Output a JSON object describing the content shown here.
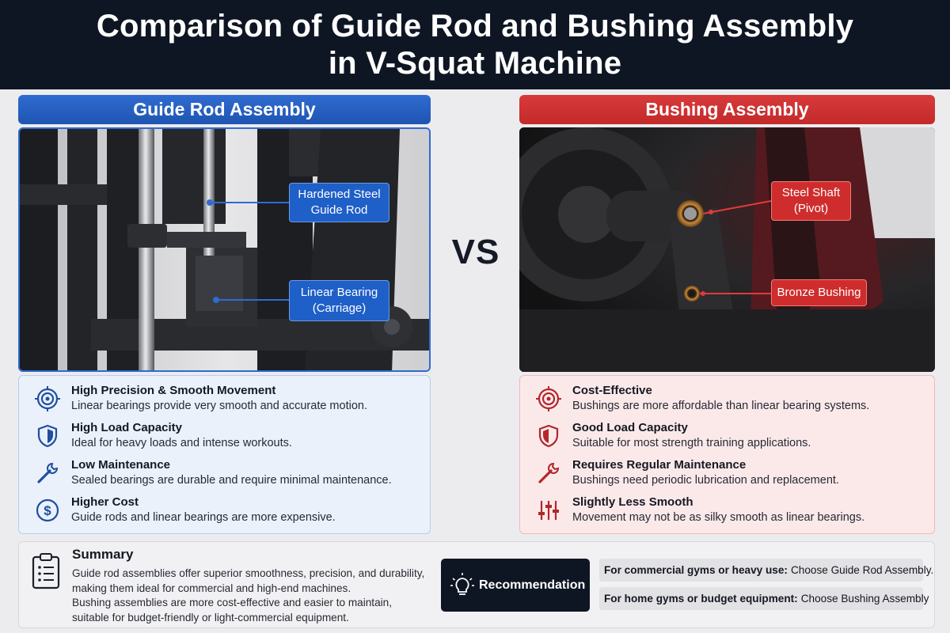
{
  "title": {
    "line1": "Comparison of Guide Rod and Bushing Assembly",
    "line2": "in V-Squat Machine"
  },
  "vs_label": "VS",
  "left": {
    "heading": "Guide Rod Assembly",
    "accent": "#2f6bd0",
    "callouts": [
      {
        "line1": "Hardened Steel",
        "line2": "Guide Rod"
      },
      {
        "line1": "Linear Bearing",
        "line2": "(Carriage)"
      }
    ],
    "features": [
      {
        "icon": "target-icon",
        "title": "High Precision & Smooth Movement",
        "desc": "Linear bearings provide very smooth and accurate motion."
      },
      {
        "icon": "shield-icon",
        "title": "High Load Capacity",
        "desc": "Ideal for heavy loads and intense workouts."
      },
      {
        "icon": "wrench-icon",
        "title": "Low Maintenance",
        "desc": "Sealed bearings are durable and require minimal maintenance."
      },
      {
        "icon": "dollar-icon",
        "title": "Higher Cost",
        "desc": "Guide rods and linear bearings are more expensive."
      }
    ]
  },
  "right": {
    "heading": "Bushing Assembly",
    "accent": "#cf2d2d",
    "callouts": [
      {
        "line1": "Steel Shaft",
        "line2": "(Pivot)"
      },
      {
        "line1": "Bronze Bushing",
        "line2": ""
      }
    ],
    "features": [
      {
        "icon": "target-icon",
        "title": "Cost-Effective",
        "desc": "Bushings are more affordable than linear bearing systems."
      },
      {
        "icon": "shield-icon",
        "title": "Good Load Capacity",
        "desc": "Suitable for most strength training applications."
      },
      {
        "icon": "wrench-icon",
        "title": "Requires Regular Maintenance",
        "desc": "Bushings need periodic lubrication and replacement."
      },
      {
        "icon": "sliders-icon",
        "title": "Slightly Less Smooth",
        "desc": "Movement may not be as silky smooth as linear bearings."
      }
    ]
  },
  "summary": {
    "title": "Summary",
    "lines": [
      "Guide rod assemblies offer superior smoothness, precision, and durability,",
      "making them ideal for commercial and high-end machines.",
      "Bushing assemblies are more cost-effective and easier to maintain,",
      "suitable for budget-friendly or light-commercial equipment."
    ]
  },
  "recommendation": {
    "label": "Recommendation",
    "items": [
      {
        "lead": "For commercial gyms or heavy use:",
        "rest": "Choose Guide Rod Assembly."
      },
      {
        "lead": "For home gyms or budget equipment:",
        "rest": "Choose Bushing Assembly"
      }
    ]
  }
}
